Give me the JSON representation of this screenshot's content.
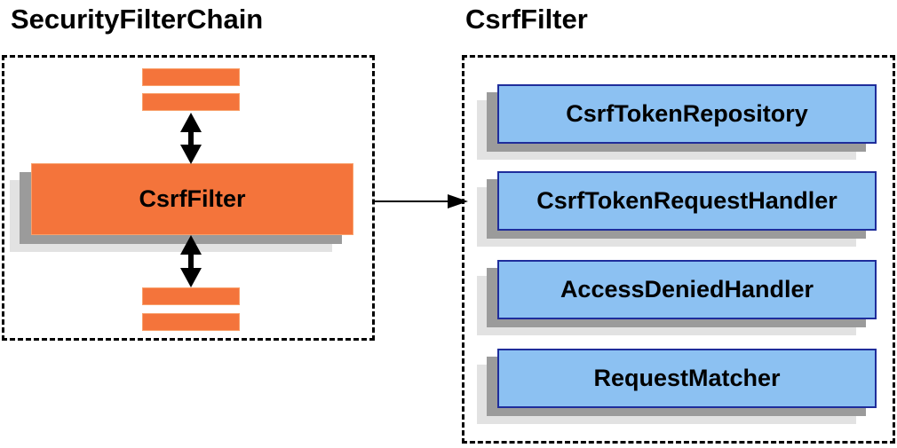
{
  "left_panel": {
    "title": "SecurityFilterChain",
    "node_label": "CsrfFilter"
  },
  "right_panel": {
    "title": "CsrfFilter",
    "components": [
      {
        "label": "CsrfTokenRepository"
      },
      {
        "label": "CsrfTokenRequestHandler"
      },
      {
        "label": "AccessDeniedHandler"
      },
      {
        "label": "RequestMatcher"
      }
    ]
  },
  "colors": {
    "node_orange": "#f4743b",
    "node_orange_border": "#f9a06b",
    "component_blue": "#8cc1f2",
    "component_blue_border": "#1f2d9b",
    "shadow_dark": "#9b9b9b",
    "shadow_light": "#e2e2e2",
    "arrow": "#000000",
    "dashed_border": "#000000",
    "title_text": "#000000"
  }
}
